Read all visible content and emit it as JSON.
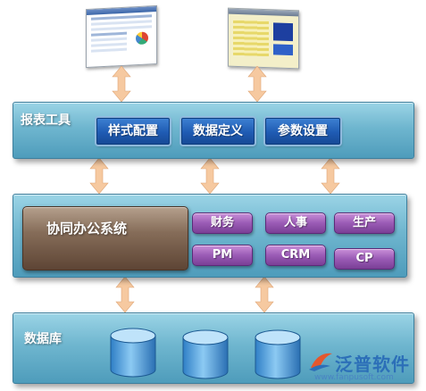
{
  "layers": {
    "report_tools": {
      "label": "报表工具",
      "buttons": [
        "样式配置",
        "数据定义",
        "参数设置"
      ]
    },
    "oa": {
      "system_label": "协同办公系统",
      "modules": [
        "财务",
        "人事",
        "生产",
        "PM",
        "CRM",
        "CP"
      ]
    },
    "database": {
      "label": "数据库"
    }
  },
  "logo": {
    "name": "泛普软件",
    "url": "www.fanpusoft.com"
  },
  "colors": {
    "panel": "#6fb6cf",
    "tool_button": "#1f5bb3",
    "module_button": "#9a5bb5",
    "oa_block": "#866d59",
    "arrow": "#f6c9a0",
    "cylinder": "#4aa3e0"
  },
  "icons": [
    "report-screenshot-icon",
    "report-designer-screenshot-icon",
    "database-cylinder-icon",
    "logo-icon"
  ]
}
